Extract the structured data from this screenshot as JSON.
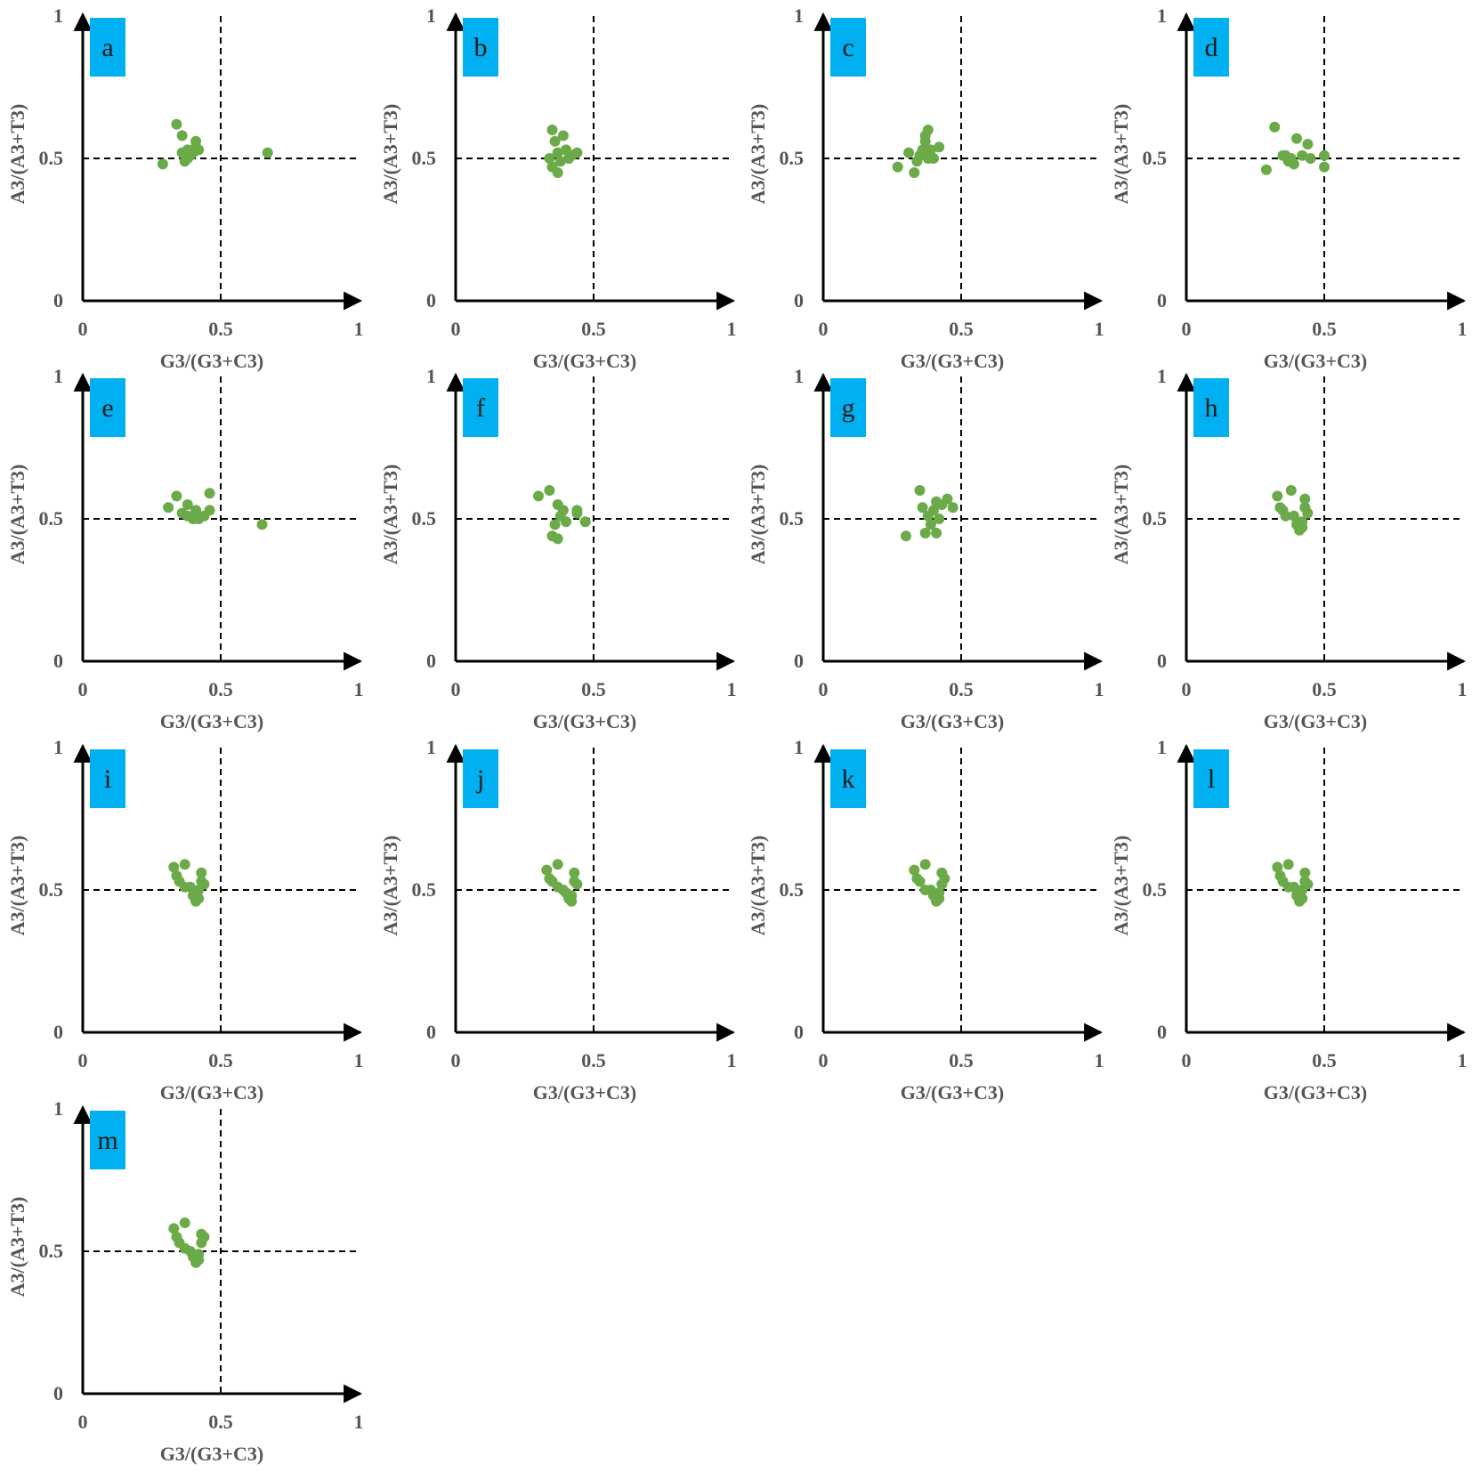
{
  "colors": {
    "point": "#6aaa48",
    "label_box": "#00b0f0",
    "axis": "#000000",
    "tick_text": "#555555"
  },
  "chart_data": [
    {
      "type": "scatter",
      "panel": "a",
      "xlabel": "G3/(G3+C3)",
      "ylabel": "A3/(A3+T3)",
      "xlim": [
        0,
        1
      ],
      "ylim": [
        0,
        1
      ],
      "xticks": [
        "0",
        "0.5",
        "1"
      ],
      "yticks": [
        "0",
        "0.5",
        "1"
      ],
      "reference_lines": {
        "x": 0.5,
        "y": 0.5
      },
      "points": [
        [
          0.29,
          0.48
        ],
        [
          0.34,
          0.62
        ],
        [
          0.36,
          0.58
        ],
        [
          0.36,
          0.52
        ],
        [
          0.37,
          0.49
        ],
        [
          0.38,
          0.5
        ],
        [
          0.38,
          0.53
        ],
        [
          0.39,
          0.51
        ],
        [
          0.4,
          0.52
        ],
        [
          0.41,
          0.56
        ],
        [
          0.41,
          0.54
        ],
        [
          0.42,
          0.53
        ],
        [
          0.67,
          0.52
        ]
      ]
    },
    {
      "type": "scatter",
      "panel": "b",
      "xlabel": "G3/(G3+C3)",
      "ylabel": "A3/(A3+T3)",
      "xlim": [
        0,
        1
      ],
      "ylim": [
        0,
        1
      ],
      "xticks": [
        "0",
        "0.5",
        "1"
      ],
      "yticks": [
        "0",
        "0.5",
        "1"
      ],
      "reference_lines": {
        "x": 0.5,
        "y": 0.5
      },
      "points": [
        [
          0.34,
          0.5
        ],
        [
          0.35,
          0.47
        ],
        [
          0.35,
          0.6
        ],
        [
          0.36,
          0.56
        ],
        [
          0.37,
          0.45
        ],
        [
          0.37,
          0.52
        ],
        [
          0.38,
          0.49
        ],
        [
          0.39,
          0.58
        ],
        [
          0.4,
          0.53
        ],
        [
          0.41,
          0.5
        ],
        [
          0.42,
          0.51
        ],
        [
          0.44,
          0.52
        ]
      ]
    },
    {
      "type": "scatter",
      "panel": "c",
      "xlabel": "G3/(G3+C3)",
      "ylabel": "A3/(A3+T3)",
      "xlim": [
        0,
        1
      ],
      "ylim": [
        0,
        1
      ],
      "xticks": [
        "0",
        "0.5",
        "1"
      ],
      "yticks": [
        "0",
        "0.5",
        "1"
      ],
      "reference_lines": {
        "x": 0.5,
        "y": 0.5
      },
      "points": [
        [
          0.27,
          0.47
        ],
        [
          0.31,
          0.52
        ],
        [
          0.33,
          0.45
        ],
        [
          0.34,
          0.49
        ],
        [
          0.35,
          0.51
        ],
        [
          0.36,
          0.53
        ],
        [
          0.37,
          0.56
        ],
        [
          0.37,
          0.58
        ],
        [
          0.38,
          0.6
        ],
        [
          0.38,
          0.5
        ],
        [
          0.39,
          0.53
        ],
        [
          0.4,
          0.5
        ],
        [
          0.42,
          0.54
        ]
      ]
    },
    {
      "type": "scatter",
      "panel": "d",
      "xlabel": "G3/(G3+C3)",
      "ylabel": "A3/(A3+T3)",
      "xlim": [
        0,
        1
      ],
      "ylim": [
        0,
        1
      ],
      "xticks": [
        "0",
        "0.5",
        "1"
      ],
      "yticks": [
        "0",
        "0.5",
        "1"
      ],
      "reference_lines": {
        "x": 0.5,
        "y": 0.5
      },
      "points": [
        [
          0.29,
          0.46
        ],
        [
          0.32,
          0.61
        ],
        [
          0.35,
          0.51
        ],
        [
          0.36,
          0.51
        ],
        [
          0.37,
          0.49
        ],
        [
          0.38,
          0.5
        ],
        [
          0.39,
          0.48
        ],
        [
          0.4,
          0.57
        ],
        [
          0.42,
          0.51
        ],
        [
          0.44,
          0.55
        ],
        [
          0.45,
          0.5
        ],
        [
          0.5,
          0.51
        ],
        [
          0.5,
          0.47
        ]
      ]
    },
    {
      "type": "scatter",
      "panel": "e",
      "xlabel": "G3/(G3+C3)",
      "ylabel": "A3/(A3+T3)",
      "xlim": [
        0,
        1
      ],
      "ylim": [
        0,
        1
      ],
      "xticks": [
        "0",
        "0.5",
        "1"
      ],
      "yticks": [
        "0",
        "0.5",
        "1"
      ],
      "reference_lines": {
        "x": 0.5,
        "y": 0.5
      },
      "points": [
        [
          0.31,
          0.54
        ],
        [
          0.34,
          0.58
        ],
        [
          0.36,
          0.52
        ],
        [
          0.38,
          0.51
        ],
        [
          0.38,
          0.55
        ],
        [
          0.4,
          0.5
        ],
        [
          0.41,
          0.53
        ],
        [
          0.42,
          0.5
        ],
        [
          0.44,
          0.51
        ],
        [
          0.46,
          0.53
        ],
        [
          0.46,
          0.59
        ],
        [
          0.65,
          0.48
        ]
      ]
    },
    {
      "type": "scatter",
      "panel": "f",
      "xlabel": "G3/(G3+C3)",
      "ylabel": "A3/(A3+T3)",
      "xlim": [
        0,
        1
      ],
      "ylim": [
        0,
        1
      ],
      "xticks": [
        "0",
        "0.5",
        "1"
      ],
      "yticks": [
        "0",
        "0.5",
        "1"
      ],
      "reference_lines": {
        "x": 0.5,
        "y": 0.5
      },
      "points": [
        [
          0.3,
          0.58
        ],
        [
          0.34,
          0.6
        ],
        [
          0.35,
          0.44
        ],
        [
          0.36,
          0.48
        ],
        [
          0.37,
          0.55
        ],
        [
          0.37,
          0.43
        ],
        [
          0.38,
          0.51
        ],
        [
          0.39,
          0.53
        ],
        [
          0.4,
          0.49
        ],
        [
          0.44,
          0.53
        ],
        [
          0.44,
          0.52
        ],
        [
          0.47,
          0.49
        ]
      ]
    },
    {
      "type": "scatter",
      "panel": "g",
      "xlabel": "G3/(G3+C3)",
      "ylabel": "A3/(A3+T3)",
      "xlim": [
        0,
        1
      ],
      "ylim": [
        0,
        1
      ],
      "xticks": [
        "0",
        "0.5",
        "1"
      ],
      "yticks": [
        "0",
        "0.5",
        "1"
      ],
      "reference_lines": {
        "x": 0.5,
        "y": 0.5
      },
      "points": [
        [
          0.3,
          0.44
        ],
        [
          0.35,
          0.6
        ],
        [
          0.36,
          0.54
        ],
        [
          0.37,
          0.45
        ],
        [
          0.38,
          0.51
        ],
        [
          0.39,
          0.48
        ],
        [
          0.4,
          0.53
        ],
        [
          0.41,
          0.45
        ],
        [
          0.41,
          0.56
        ],
        [
          0.42,
          0.5
        ],
        [
          0.43,
          0.55
        ],
        [
          0.45,
          0.57
        ],
        [
          0.47,
          0.54
        ]
      ]
    },
    {
      "type": "scatter",
      "panel": "h",
      "xlabel": "G3/(G3+C3)",
      "ylabel": "A3/(A3+T3)",
      "xlim": [
        0,
        1
      ],
      "ylim": [
        0,
        1
      ],
      "xticks": [
        "0",
        "0.5",
        "1"
      ],
      "yticks": [
        "0",
        "0.5",
        "1"
      ],
      "reference_lines": {
        "x": 0.5,
        "y": 0.5
      },
      "points": [
        [
          0.33,
          0.58
        ],
        [
          0.34,
          0.54
        ],
        [
          0.35,
          0.53
        ],
        [
          0.36,
          0.51
        ],
        [
          0.38,
          0.6
        ],
        [
          0.39,
          0.51
        ],
        [
          0.4,
          0.48
        ],
        [
          0.41,
          0.46
        ],
        [
          0.42,
          0.47
        ],
        [
          0.42,
          0.49
        ],
        [
          0.43,
          0.54
        ],
        [
          0.43,
          0.57
        ],
        [
          0.44,
          0.52
        ]
      ]
    },
    {
      "type": "scatter",
      "panel": "i",
      "xlabel": "G3/(G3+C3)",
      "ylabel": "A3/(A3+T3)",
      "xlim": [
        0,
        1
      ],
      "ylim": [
        0,
        1
      ],
      "xticks": [
        "0",
        "0.5",
        "1"
      ],
      "yticks": [
        "0",
        "0.5",
        "1"
      ],
      "reference_lines": {
        "x": 0.5,
        "y": 0.5
      },
      "points": [
        [
          0.33,
          0.58
        ],
        [
          0.34,
          0.55
        ],
        [
          0.35,
          0.53
        ],
        [
          0.37,
          0.51
        ],
        [
          0.37,
          0.59
        ],
        [
          0.39,
          0.51
        ],
        [
          0.4,
          0.48
        ],
        [
          0.41,
          0.46
        ],
        [
          0.42,
          0.47
        ],
        [
          0.42,
          0.5
        ],
        [
          0.43,
          0.53
        ],
        [
          0.43,
          0.56
        ],
        [
          0.44,
          0.52
        ]
      ]
    },
    {
      "type": "scatter",
      "panel": "j",
      "xlabel": "G3/(G3+C3)",
      "ylabel": "A3/(A3+T3)",
      "xlim": [
        0,
        1
      ],
      "ylim": [
        0,
        1
      ],
      "xticks": [
        "0",
        "0.5",
        "1"
      ],
      "yticks": [
        "0",
        "0.5",
        "1"
      ],
      "reference_lines": {
        "x": 0.5,
        "y": 0.5
      },
      "points": [
        [
          0.33,
          0.57
        ],
        [
          0.34,
          0.54
        ],
        [
          0.35,
          0.53
        ],
        [
          0.37,
          0.51
        ],
        [
          0.37,
          0.59
        ],
        [
          0.39,
          0.5
        ],
        [
          0.4,
          0.49
        ],
        [
          0.41,
          0.47
        ],
        [
          0.42,
          0.46
        ],
        [
          0.42,
          0.48
        ],
        [
          0.43,
          0.53
        ],
        [
          0.43,
          0.56
        ],
        [
          0.44,
          0.52
        ]
      ]
    },
    {
      "type": "scatter",
      "panel": "k",
      "xlabel": "G3/(G3+C3)",
      "ylabel": "A3/(A3+T3)",
      "xlim": [
        0,
        1
      ],
      "ylim": [
        0,
        1
      ],
      "xticks": [
        "0",
        "0.5",
        "1"
      ],
      "yticks": [
        "0",
        "0.5",
        "1"
      ],
      "reference_lines": {
        "x": 0.5,
        "y": 0.5
      },
      "points": [
        [
          0.33,
          0.57
        ],
        [
          0.34,
          0.54
        ],
        [
          0.35,
          0.53
        ],
        [
          0.37,
          0.5
        ],
        [
          0.37,
          0.59
        ],
        [
          0.39,
          0.5
        ],
        [
          0.4,
          0.48
        ],
        [
          0.41,
          0.46
        ],
        [
          0.42,
          0.47
        ],
        [
          0.42,
          0.49
        ],
        [
          0.43,
          0.52
        ],
        [
          0.43,
          0.56
        ],
        [
          0.44,
          0.54
        ]
      ]
    },
    {
      "type": "scatter",
      "panel": "l",
      "xlabel": "G3/(G3+C3)",
      "ylabel": "A3/(A3+T3)",
      "xlim": [
        0,
        1
      ],
      "ylim": [
        0,
        1
      ],
      "xticks": [
        "0",
        "0.5",
        "1"
      ],
      "yticks": [
        "0",
        "0.5",
        "1"
      ],
      "reference_lines": {
        "x": 0.5,
        "y": 0.5
      },
      "points": [
        [
          0.33,
          0.58
        ],
        [
          0.34,
          0.55
        ],
        [
          0.35,
          0.53
        ],
        [
          0.37,
          0.51
        ],
        [
          0.37,
          0.59
        ],
        [
          0.39,
          0.51
        ],
        [
          0.4,
          0.48
        ],
        [
          0.41,
          0.46
        ],
        [
          0.42,
          0.47
        ],
        [
          0.42,
          0.5
        ],
        [
          0.43,
          0.53
        ],
        [
          0.43,
          0.56
        ],
        [
          0.44,
          0.52
        ]
      ]
    },
    {
      "type": "scatter",
      "panel": "m",
      "xlabel": "G3/(G3+C3)",
      "ylabel": "A3/(A3+T3)",
      "xlim": [
        0,
        1
      ],
      "ylim": [
        0,
        1
      ],
      "xticks": [
        "0",
        "0.5",
        "1"
      ],
      "yticks": [
        "0",
        "0.5",
        "1"
      ],
      "reference_lines": {
        "x": 0.5,
        "y": 0.5
      },
      "points": [
        [
          0.33,
          0.58
        ],
        [
          0.34,
          0.55
        ],
        [
          0.35,
          0.53
        ],
        [
          0.37,
          0.51
        ],
        [
          0.37,
          0.6
        ],
        [
          0.39,
          0.5
        ],
        [
          0.4,
          0.48
        ],
        [
          0.41,
          0.46
        ],
        [
          0.42,
          0.47
        ],
        [
          0.42,
          0.49
        ],
        [
          0.43,
          0.53
        ],
        [
          0.43,
          0.56
        ],
        [
          0.44,
          0.55
        ]
      ]
    }
  ]
}
